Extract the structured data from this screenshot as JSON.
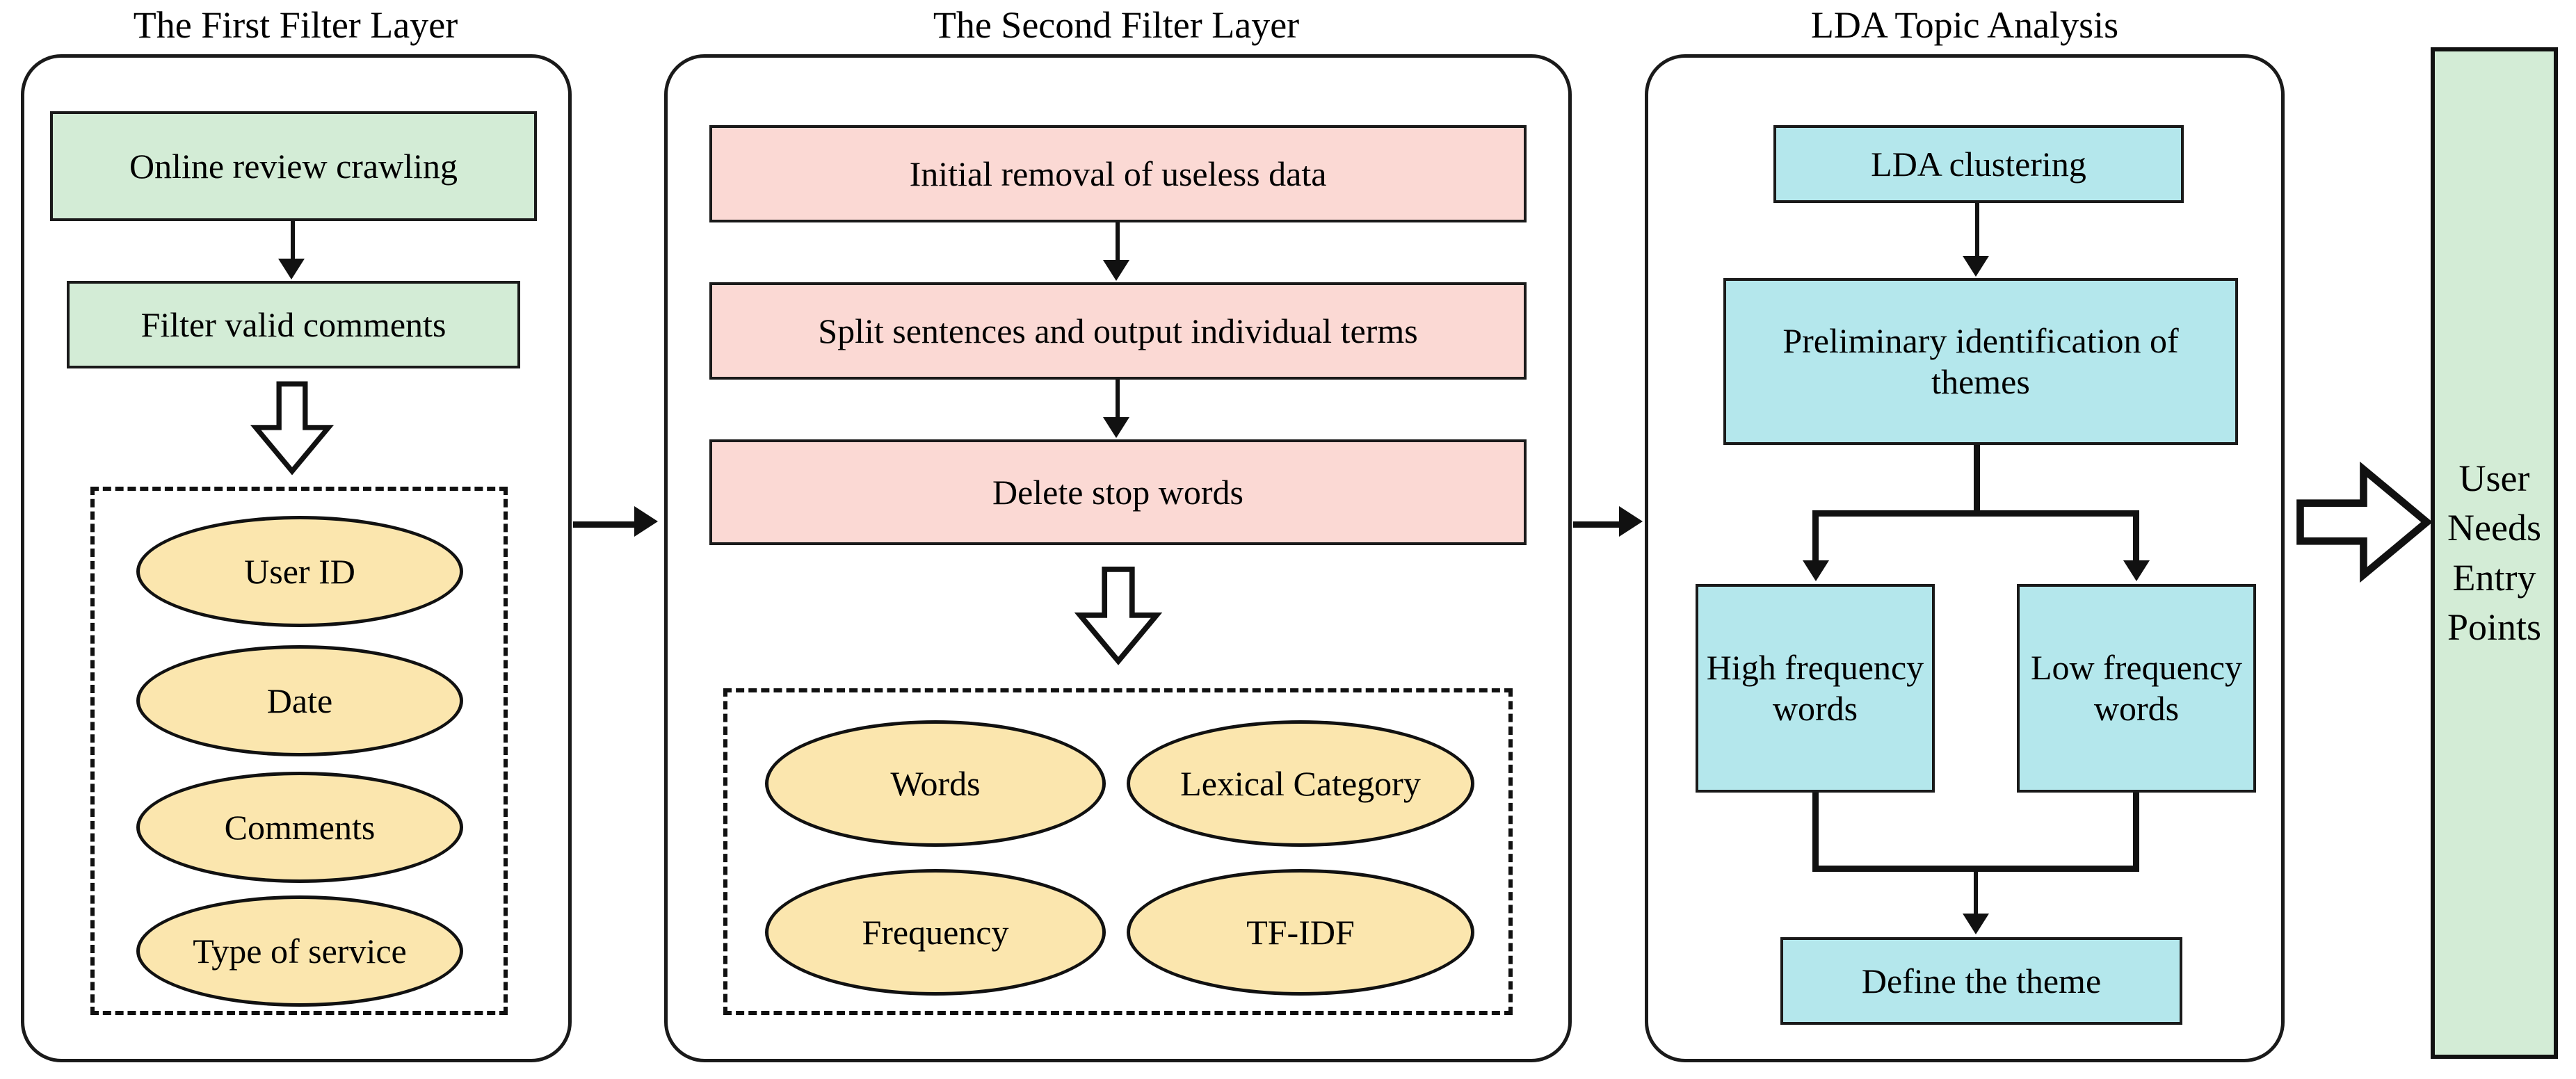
{
  "figure": {
    "kind": "three-stage text-mining flowchart",
    "background_color": "#ffffff",
    "line_color": "#111111"
  },
  "palette": {
    "green": "#d3ecd6",
    "pink": "#fbd9d4",
    "cyan": "#b4e7ec",
    "yellow": "#fbe6ae",
    "outline": "#111111"
  },
  "panels": [
    {
      "id": "first-filter-layer",
      "title": "The First Filter Layer",
      "steps": [
        {
          "label": "Online review crawling",
          "color": "green"
        },
        {
          "label": "Filter valid comments",
          "color": "green"
        }
      ],
      "group": {
        "style": "dashed",
        "items": [
          {
            "label": "User ID"
          },
          {
            "label": "Date"
          },
          {
            "label": "Comments"
          },
          {
            "label": "Type of service"
          }
        ]
      }
    },
    {
      "id": "second-filter-layer",
      "title": "The Second Filter Layer",
      "steps": [
        {
          "label": "Initial removal of useless data",
          "color": "pink"
        },
        {
          "label": "Split sentences and output individual terms",
          "color": "pink"
        },
        {
          "label": "Delete stop words",
          "color": "pink"
        }
      ],
      "group": {
        "style": "dashed",
        "items": [
          {
            "label": "Words"
          },
          {
            "label": "Lexical Category"
          },
          {
            "label": "Frequency"
          },
          {
            "label": "TF-IDF"
          }
        ]
      }
    },
    {
      "id": "lda-topic-analysis",
      "title": "LDA Topic Analysis",
      "steps": [
        {
          "label": "LDA clustering",
          "color": "cyan"
        },
        {
          "label": "Preliminary identification of themes",
          "color": "cyan"
        },
        {
          "label": "High frequency words",
          "color": "cyan"
        },
        {
          "label": "Low frequency words",
          "color": "cyan"
        },
        {
          "label": "Define the theme",
          "color": "cyan"
        }
      ]
    }
  ],
  "outcome": {
    "id": "user-needs-entry-points",
    "lines": [
      "User",
      "Needs",
      "Entry",
      "Points"
    ],
    "color": "green"
  },
  "connectors": {
    "stage1_to_stage2": "arrow-right",
    "stage2_to_stage3": "arrow-right",
    "stage3_to_outcome": "hollow-arrow-right",
    "within_stage1_to_group": "hollow-arrow-down",
    "within_stage2_to_group": "hollow-arrow-down"
  }
}
